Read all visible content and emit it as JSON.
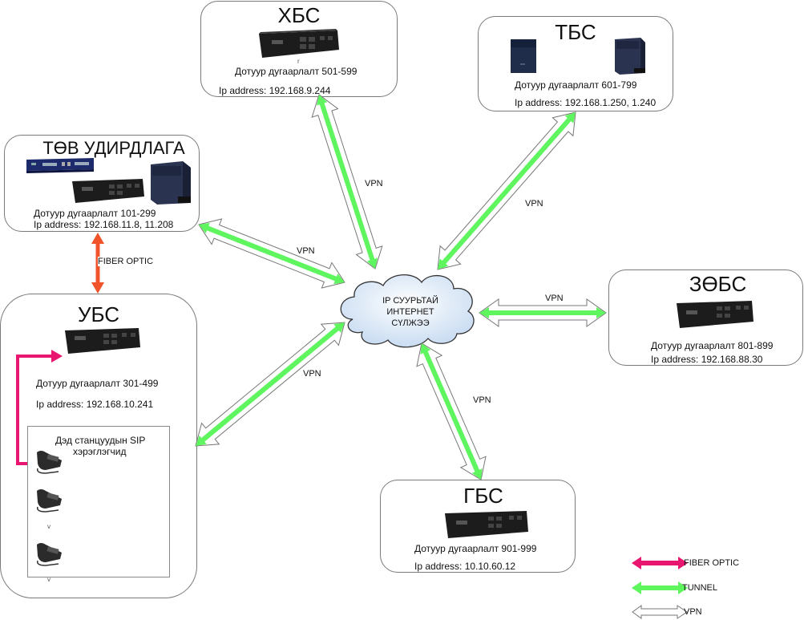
{
  "colors": {
    "fiber": "#e8166f",
    "fiber_orange": "#f0522a",
    "tunnel": "#5ef55e",
    "vpn_outline": "#777777",
    "pbx_dark": "#1c1c1c",
    "cabinet_blue": "#2a3350"
  },
  "cloud": {
    "lines": [
      "IP СУУРЬТАЙ",
      "ИНТЕРНЕТ",
      "СҮЛЖЭЭ"
    ]
  },
  "nodes": {
    "hbs": {
      "title": "ХБС",
      "range": "Дотуур дугаарлалт 501-599",
      "ip": "Ip address: 192.168.9.244",
      "mark": "r"
    },
    "tbs": {
      "title": "ТБС",
      "range": "Дотуур дугаарлалт 601-799",
      "ip": "Ip address: 192.168.1.250, 1.240"
    },
    "tov": {
      "title": "ТӨВ УДИРДЛАГА",
      "range": "Дотуур дугаарлалт 101-299",
      "ip": "Ip address: 192.168.11.8, 11.208"
    },
    "ubs": {
      "title": "УБС",
      "range": "Дотуур дугаарлалт 301-499",
      "ip": "Ip address: 192.168.10.241",
      "sip_box_title_1": "Дэд станцуудын SIP",
      "sip_box_title_2": "хэрэглэгчид",
      "dots": [
        "v",
        "v"
      ]
    },
    "zobs": {
      "title": "ЗӨБС",
      "range": "Дотуур дугаарлалт 801-899",
      "ip": "Ip address: 192.168.88.30"
    },
    "gbs": {
      "title": "ГБС",
      "range": "Дотуур дугаарлалт 901-999",
      "ip": "Ip address: 10.10.60.12"
    }
  },
  "links": {
    "fiber_label": "FIBER OPTIC",
    "vpn_labels": [
      "VPN",
      "VPN",
      "VPN",
      "VPN",
      "VPN",
      "VPN"
    ]
  },
  "legend": {
    "items": [
      {
        "label": "FIBER OPTIC",
        "type": "fiber"
      },
      {
        "label": "TUNNEL",
        "type": "tunnel"
      },
      {
        "label": "VPN",
        "type": "vpn"
      }
    ]
  }
}
